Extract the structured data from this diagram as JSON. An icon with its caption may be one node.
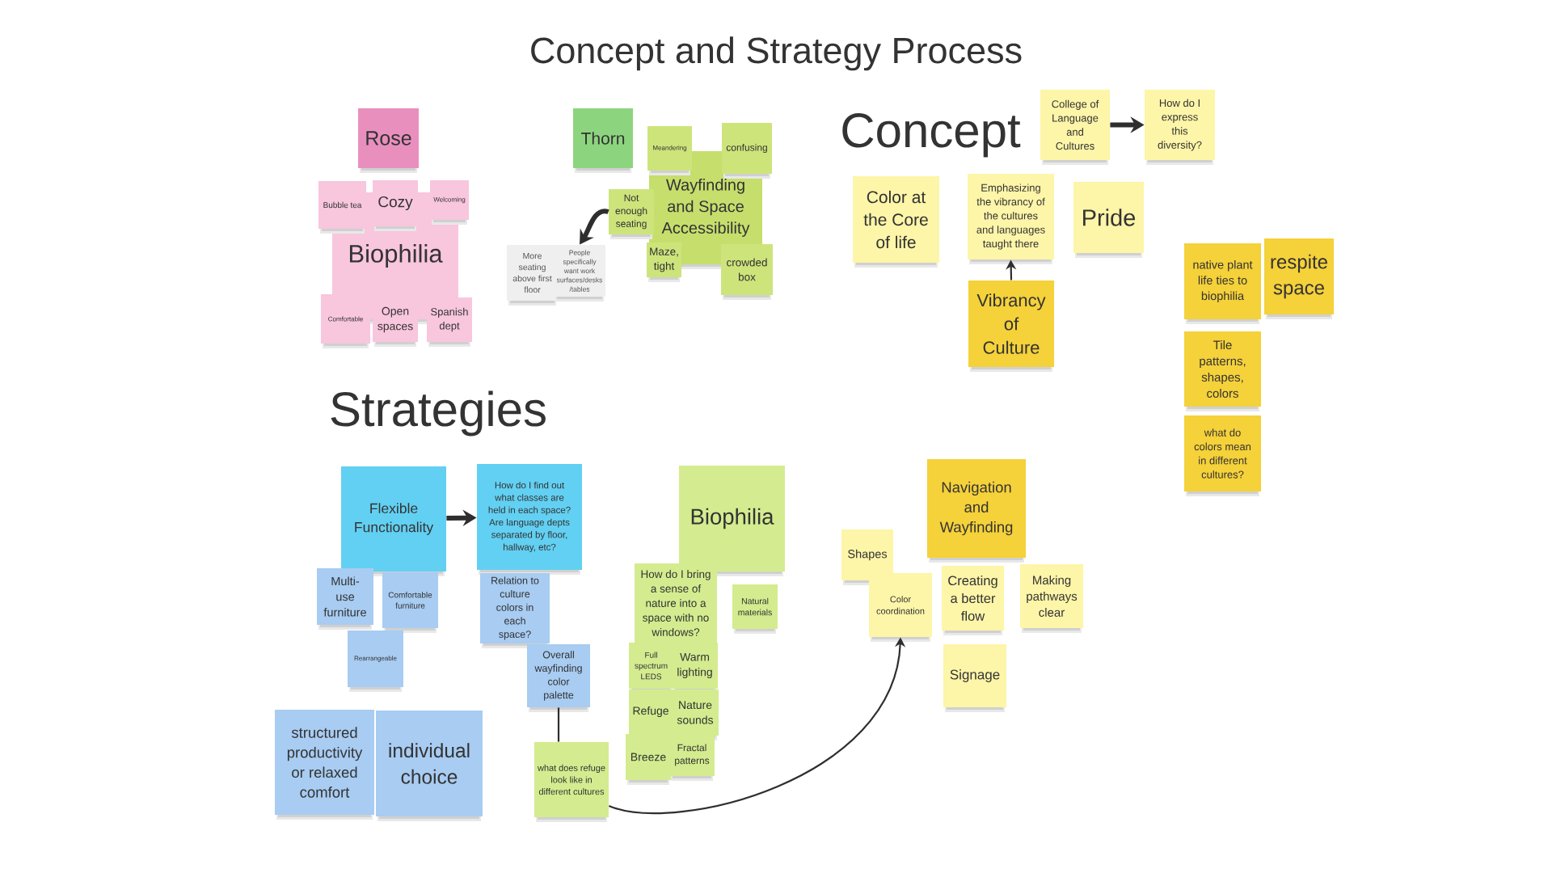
{
  "diagram": {
    "title": "Concept and Strategy Process",
    "nodes": [
      {
        "text": [
          "Rose"
        ]
      },
      {
        "text": [
          "Biophilia"
        ]
      },
      {
        "text": [
          "Bubble tea"
        ]
      },
      {
        "text": [
          "Cozy"
        ]
      },
      {
        "text": [
          "Welcoming"
        ]
      },
      {
        "text": [
          "Comfortable"
        ]
      },
      {
        "text": [
          "Open spaces"
        ]
      },
      {
        "text": [
          "Spanish dept"
        ]
      },
      {
        "text": [
          "Thorn"
        ]
      },
      {
        "text": [
          "Wayfinding and Space Accessibility"
        ]
      },
      {
        "text": [
          "Meandering"
        ]
      },
      {
        "text": [
          "confusing"
        ]
      },
      {
        "text": [
          "Not enough seating"
        ]
      },
      {
        "text": [
          "Maze, tight"
        ]
      },
      {
        "text": [
          "crowded box"
        ]
      },
      {
        "text": [
          "More seating above first floor"
        ]
      },
      {
        "text": [
          "People specifically want work surfaces/desks /tables"
        ]
      },
      {
        "text": [
          "College of Language and Cultures"
        ]
      },
      {
        "text": [
          "How do I express this diversity?"
        ]
      },
      {
        "text": [
          "Color at the Core of life"
        ]
      },
      {
        "text": [
          "Emphasizing the vibrancy of the cultures and languages taught there"
        ]
      },
      {
        "text": [
          "Pride"
        ]
      },
      {
        "text": [
          "Vibrancy of Culture"
        ]
      },
      {
        "text": [
          "native plant life ties to biophilia"
        ]
      },
      {
        "text": [
          "respite space"
        ]
      },
      {
        "text": [
          "Tile patterns, shapes, colors"
        ]
      },
      {
        "text": [
          "what do colors mean in different cultures?"
        ]
      },
      {
        "text": [
          "Flexible Functionality"
        ]
      },
      {
        "text": [
          "Multi-use furniture"
        ]
      },
      {
        "text": [
          "Comfortable furniture"
        ]
      },
      {
        "text": [
          "Rearrangeable"
        ]
      },
      {
        "text": [
          "structured productivity or relaxed comfort"
        ]
      },
      {
        "text": [
          "individual choice"
        ]
      },
      {
        "text": [
          "How do I find out what classes are held in each space? Are language depts separated by floor, hallway, etc?"
        ]
      },
      {
        "text": [
          "Relation to culture colors in each space?"
        ]
      },
      {
        "text": [
          "Overall wayfinding color palette"
        ]
      },
      {
        "text": [
          "what does refuge look like in different cultures"
        ]
      },
      {
        "text": [
          "Biophilia"
        ]
      },
      {
        "text": [
          "How do I bring a sense of nature into a space with no windows?"
        ]
      },
      {
        "text": [
          "Natural materials"
        ]
      },
      {
        "text": [
          "Full spectrum LEDS"
        ]
      },
      {
        "text": [
          "Warm lighting"
        ]
      },
      {
        "text": [
          "Refuge"
        ]
      },
      {
        "text": [
          "Nature sounds"
        ]
      },
      {
        "text": [
          "Breeze"
        ]
      },
      {
        "text": [
          "Fractal patterns"
        ]
      },
      {
        "text": [
          "Navigation and Wayfinding"
        ]
      },
      {
        "text": [
          "Shapes"
        ]
      },
      {
        "text": [
          "Color coordination"
        ]
      },
      {
        "text": [
          "Creating a better flow"
        ]
      },
      {
        "text": [
          "Making pathways clear"
        ]
      },
      {
        "text": [
          "Signage"
        ]
      }
    ],
    "edges": [
      {
        "from": 12,
        "to": 16,
        "arrow": "to",
        "style": "thick"
      },
      {
        "from": 17,
        "to": 18,
        "arrow": "to",
        "style": "thick"
      },
      {
        "from": 22,
        "to": 20,
        "arrow": "to"
      },
      {
        "from": 27,
        "to": 33,
        "arrow": "to",
        "style": "thick"
      },
      {
        "from": 35,
        "to": 36,
        "arrow": "none"
      },
      {
        "from": 36,
        "to": 48,
        "arrow": "to"
      }
    ],
    "labels": [
      "Concept",
      "Strategies"
    ]
  }
}
